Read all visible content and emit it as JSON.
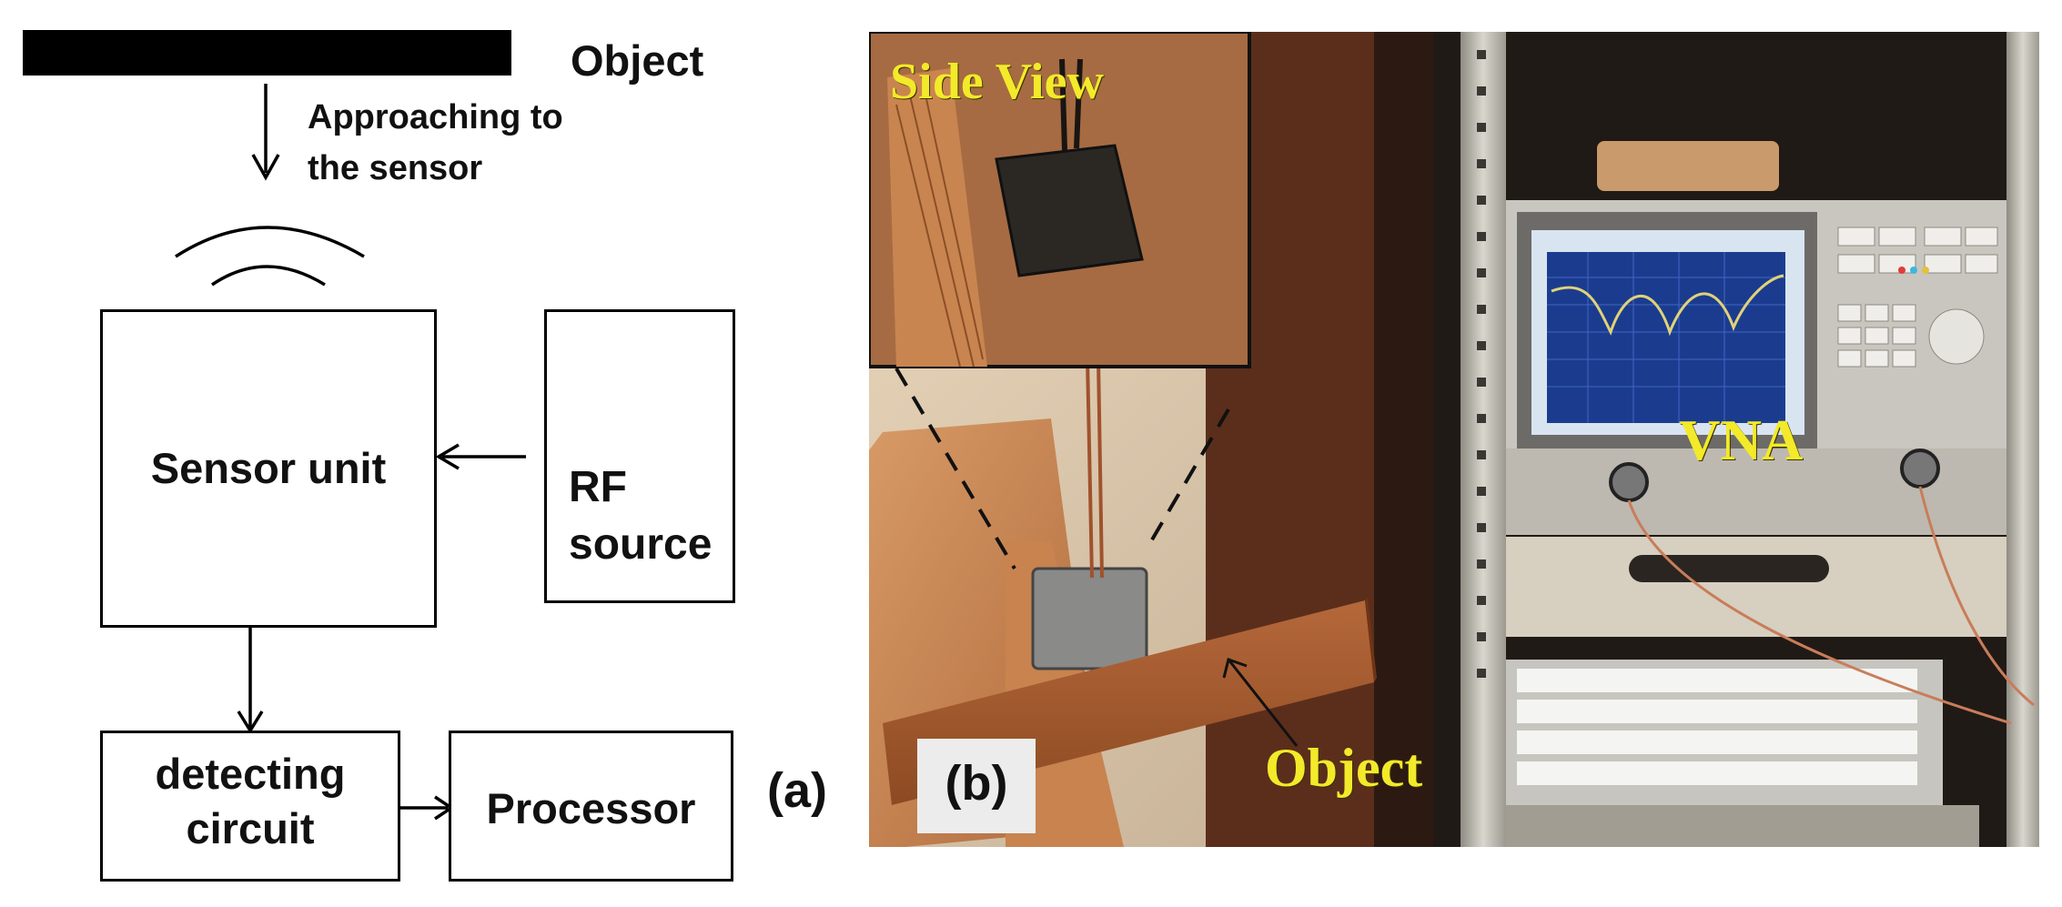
{
  "panel_a": {
    "object_label": "Object",
    "approach_label_line1": "Approaching to",
    "approach_label_line2": "the sensor",
    "sensor_unit_label": "Sensor unit",
    "rf_source_line1": "RF",
    "rf_source_line2": "source",
    "detecting_line1": "detecting",
    "detecting_line2": "circuit",
    "processor_label": "Processor",
    "panel_label": "(a)"
  },
  "panel_b": {
    "side_view_label": "Side View",
    "vna_label": "VNA",
    "object_label": "Object",
    "panel_label": "(b)"
  }
}
